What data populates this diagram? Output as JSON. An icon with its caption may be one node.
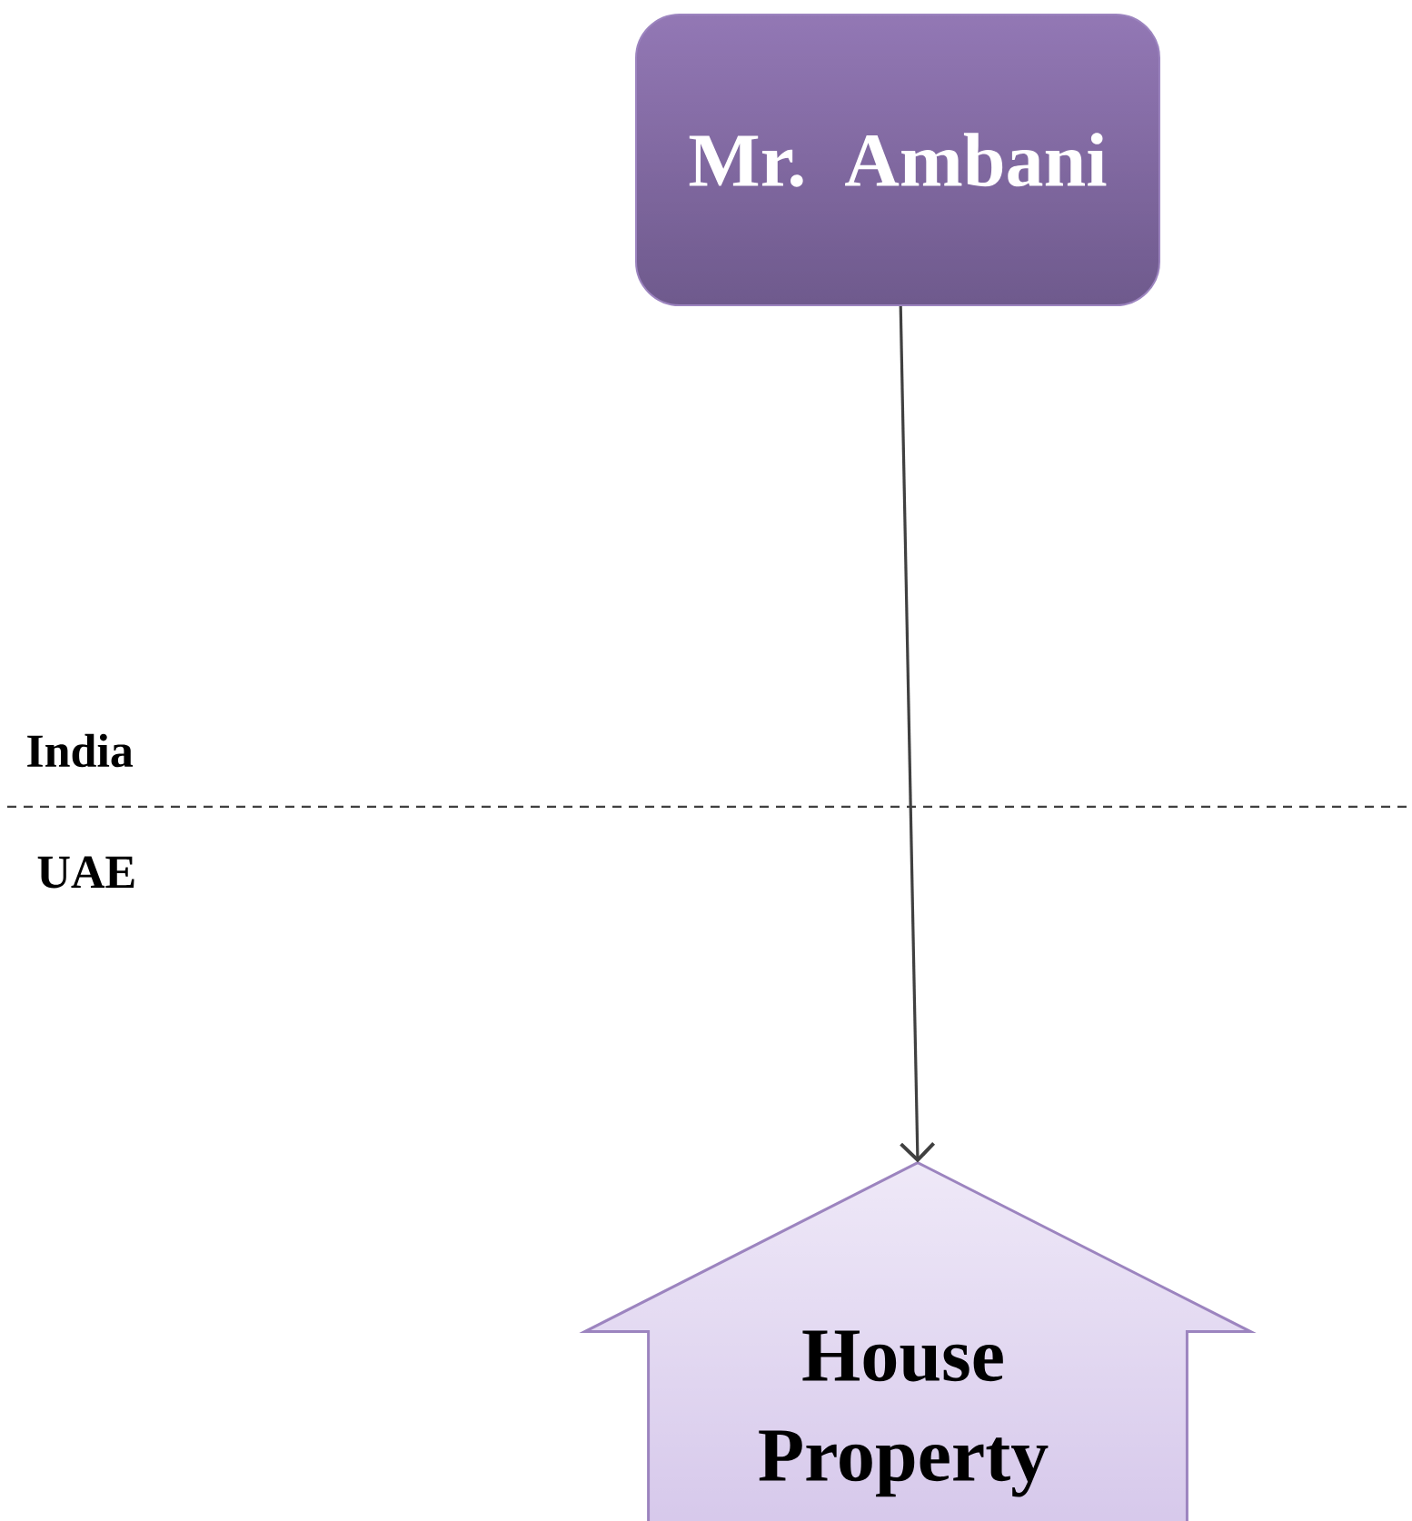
{
  "diagram": {
    "nodes": [
      {
        "text": [
          "Mr. Ambani"
        ]
      },
      {
        "text": [
          "House Property"
        ]
      }
    ],
    "edges": [
      {
        "from": 0,
        "to": 1,
        "arrow": "to"
      }
    ],
    "labels": [
      "India",
      "UAE"
    ]
  }
}
